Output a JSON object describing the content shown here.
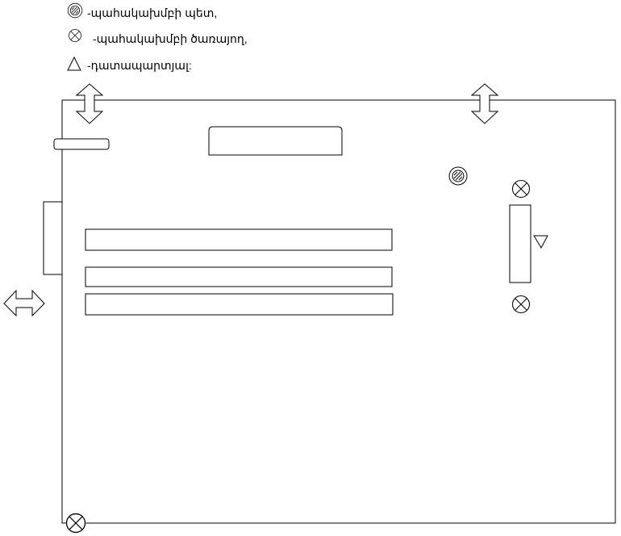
{
  "legend": [
    {
      "symbol": "chief-guard-icon",
      "label": "-պահակախմբի պետ,"
    },
    {
      "symbol": "guard-icon",
      "label": "-պահակախմբի ծառայող,"
    },
    {
      "symbol": "observer-icon",
      "label": "-դատապարտյալ:"
    }
  ],
  "colors": {
    "stroke": "#000000",
    "background": "#ffffff"
  }
}
